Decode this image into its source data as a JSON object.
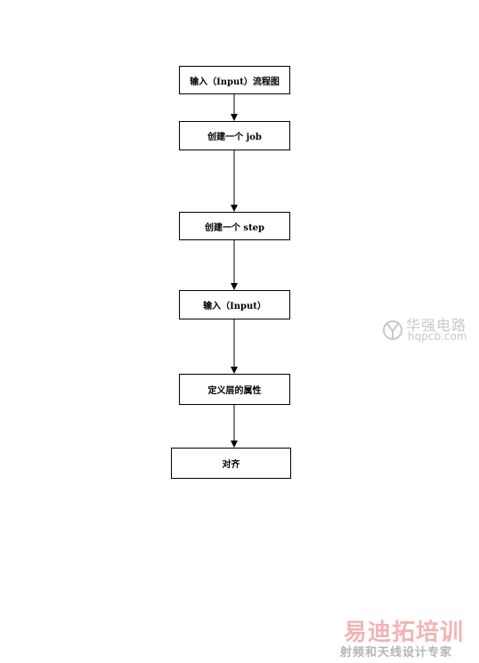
{
  "flowchart": {
    "nodes": [
      {
        "id": "n1",
        "label": "输入（Input）流程图"
      },
      {
        "id": "n2",
        "label": "创建一个 job"
      },
      {
        "id": "n3",
        "label": "创建一个 step"
      },
      {
        "id": "n4",
        "label": "输入（Input）"
      },
      {
        "id": "n5",
        "label": "定义层的属性"
      },
      {
        "id": "n6",
        "label": "对齐"
      }
    ],
    "edges": [
      {
        "from": "n1",
        "to": "n2"
      },
      {
        "from": "n2",
        "to": "n3"
      },
      {
        "from": "n3",
        "to": "n4"
      },
      {
        "from": "n4",
        "to": "n5"
      },
      {
        "from": "n5",
        "to": "n6"
      }
    ]
  },
  "watermarks": {
    "huaqiang": {
      "name": "华强电路",
      "url": "hqpcb.com"
    },
    "training": {
      "title": "易迪拓培训",
      "subtitle": "射频和天线设计专家"
    }
  },
  "colors": {
    "line": "#000000",
    "watermark_gray": "#c8c8c8",
    "watermark_pink": "#f2b4b4"
  }
}
